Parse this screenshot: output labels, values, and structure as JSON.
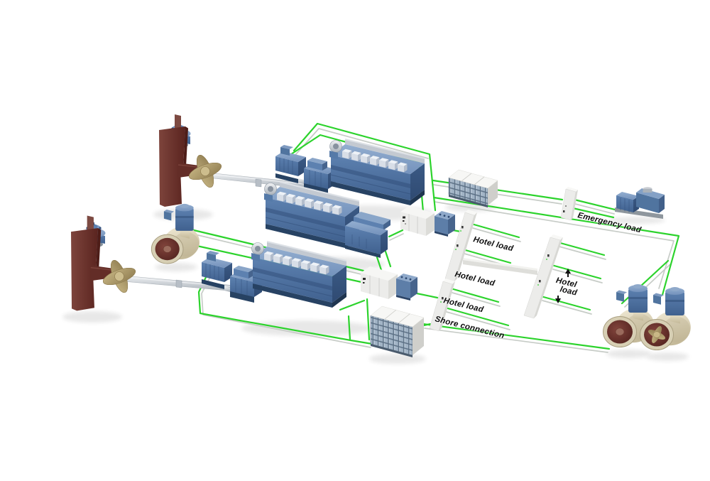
{
  "diagram": {
    "description": "Isometric marine hybrid propulsion and electrical power single-line system illustration",
    "background_color": "#ffffff",
    "line_colors": {
      "connection_green": "#2cd32c",
      "connection_shadow_gray": "#c7ccc7"
    },
    "palette": {
      "machinery_blue": "#4f74a6",
      "machinery_blue_light": "#7e9cc4",
      "machinery_blue_dark": "#3a577e",
      "rudder_red": "#6e3a35",
      "propeller_bronze": "#b3a173",
      "thruster_housing_cream": "#d8d0b6",
      "thruster_propeller_red": "#6b3430",
      "cabinet_white": "#ececea",
      "battery_cell_blue": "#a2b4c6",
      "label_color": "#0d0d0d"
    },
    "labels": {
      "hotel_load": "Hotel load",
      "hotel": "Hotel",
      "load": "load",
      "shore_connection": "Shore connection",
      "emergency_load": "Emergency load"
    },
    "components": [
      "steering-gear",
      "rudder",
      "propeller",
      "propeller-shaft",
      "shaft-generator",
      "reduction-gearbox",
      "main-engine",
      "diesel-genset",
      "generator",
      "battery-bank",
      "main-switchboard",
      "transformer",
      "busbar-panel",
      "tie-line",
      "emergency-switchboard",
      "emergency-genset",
      "bow-thruster",
      "stern-thruster"
    ]
  }
}
